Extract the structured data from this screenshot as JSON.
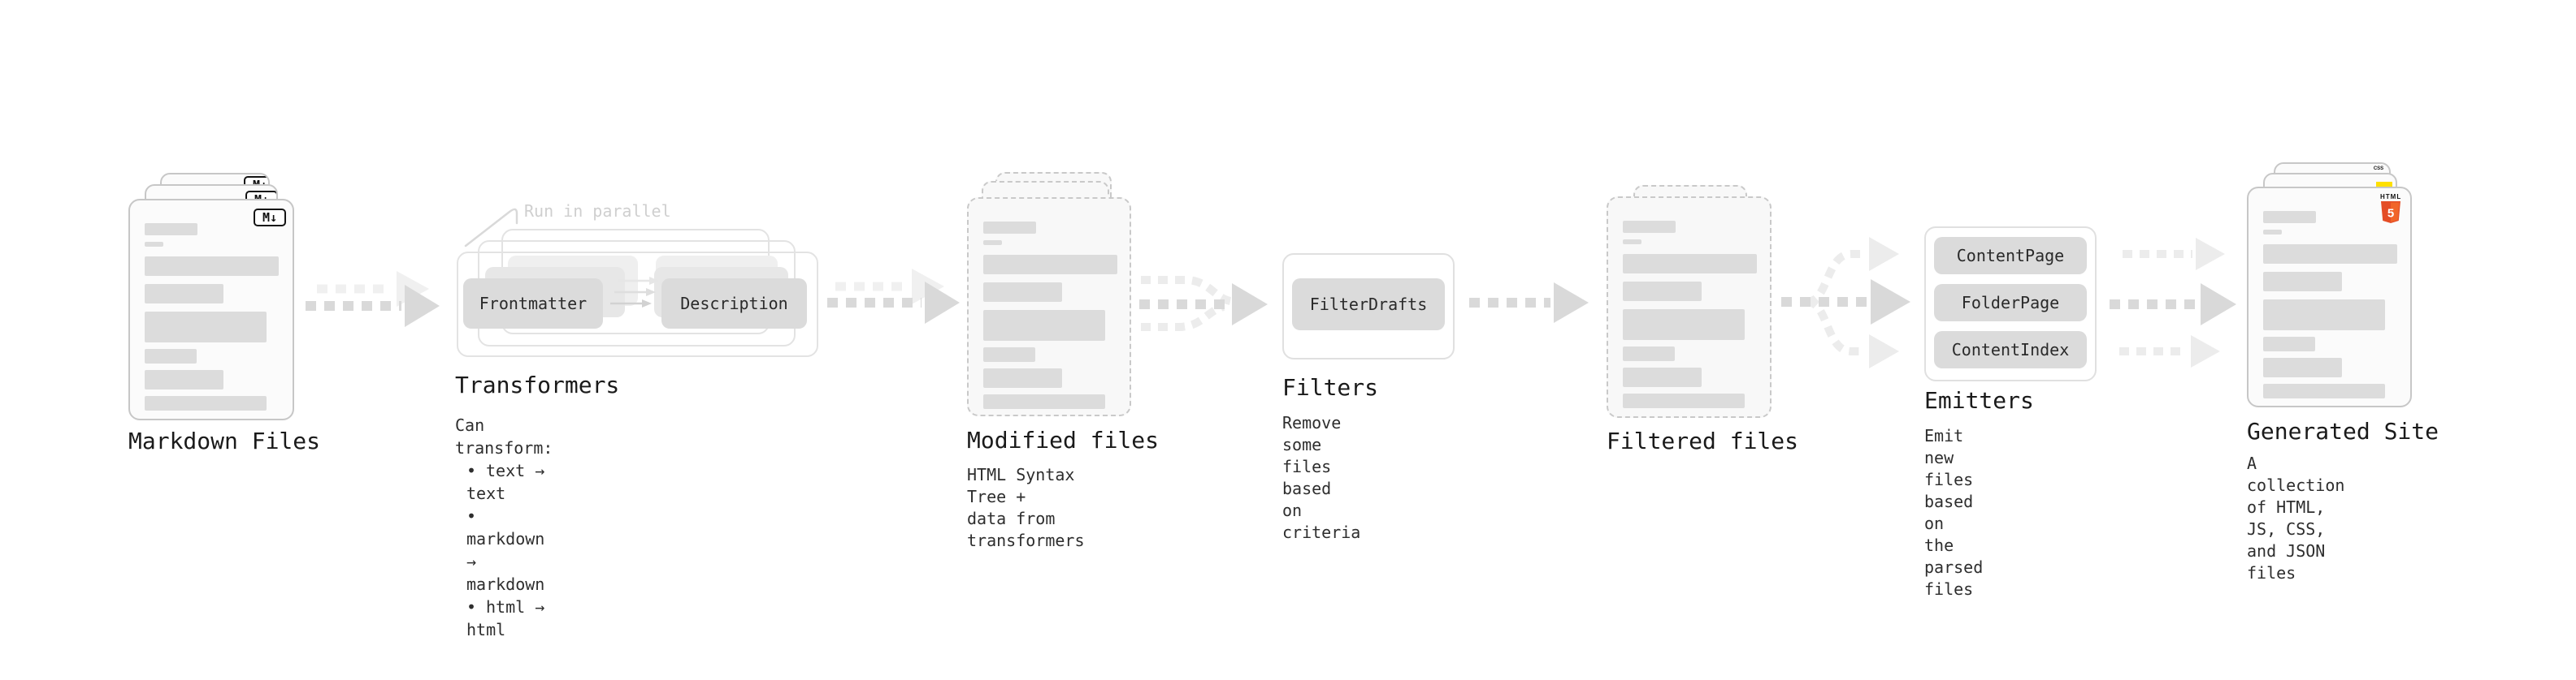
{
  "diagram": {
    "stages": {
      "markdown": {
        "title": "Markdown Files"
      },
      "transformers": {
        "title": "Transformers",
        "callout": "Run in parallel",
        "box_frontmatter": "Frontmatter",
        "box_description": "Description",
        "desc_heading": "Can transform:",
        "bullets": [
          "text → text",
          "markdown → markdown",
          "html → html"
        ]
      },
      "modified": {
        "title": "Modified files",
        "desc": "HTML Syntax Tree +\ndata from transformers"
      },
      "filters": {
        "title": "Filters",
        "box_filterdrafts": "FilterDrafts",
        "desc": "Remove some files based\non criteria"
      },
      "filtered": {
        "title": "Filtered files"
      },
      "emitters": {
        "title": "Emitters",
        "boxes": [
          "ContentPage",
          "FolderPage",
          "ContentIndex"
        ],
        "desc": "Emit new files based on\nthe parsed files"
      },
      "generated": {
        "title": "Generated Site",
        "desc": "A collection of HTML,\nJS, CSS, and JSON files"
      }
    },
    "icons": {
      "markdown": "M↓",
      "bullet": "•",
      "html5_label": "HTML",
      "html5_number": "5",
      "css_label": "CSS"
    },
    "colors": {
      "html5_orange": "#e44d26",
      "html5_orange_light": "#f16529",
      "js_yellow": "#ffe000",
      "css_blue": "#2965f1"
    }
  }
}
